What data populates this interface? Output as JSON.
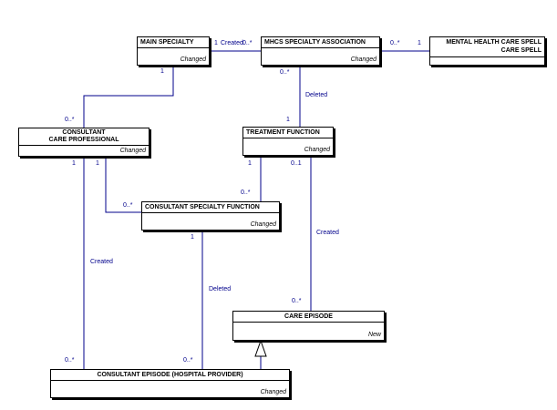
{
  "entities": {
    "main_specialty": {
      "name": "MAIN SPECIALTY",
      "name2": "",
      "status": "Changed"
    },
    "mhcs_specialty_association": {
      "name": "MHCS SPECIALTY ASSOCIATION",
      "name2": "",
      "status": "Changed"
    },
    "mental_health_care_spell": {
      "name": "MENTAL HEALTH CARE SPELL",
      "name2": "CARE SPELL",
      "status": ""
    },
    "consultant": {
      "name": "CONSULTANT",
      "name2": "CARE PROFESSIONAL",
      "status": "Changed"
    },
    "treatment_function": {
      "name": "TREATMENT FUNCTION",
      "name2": "",
      "status": "Changed"
    },
    "consultant_specialty_function": {
      "name": "CONSULTANT SPECIALTY FUNCTION",
      "name2": "",
      "status": "Changed"
    },
    "care_episode": {
      "name": "CARE EPISODE",
      "name2": "",
      "status": "New"
    },
    "consultant_episode": {
      "name": "CONSULTANT EPISODE (HOSPITAL PROVIDER)",
      "name2": "",
      "status": "Changed"
    }
  },
  "relationships": {
    "main_mhcs": {
      "from_mult": "1",
      "label": "Created",
      "to_mult": "0..*"
    },
    "mhcs_mental": {
      "from_mult": "0..*",
      "to_mult": "1"
    },
    "main_consultant": {
      "from_mult": "1",
      "to_mult": "0..*"
    },
    "mhcs_treatment": {
      "from_mult": "0..*",
      "label": "Deleted",
      "to_mult": "1"
    },
    "consultant_csf": {
      "from_mult": "1",
      "to_mult": "0..*"
    },
    "treatment_csf": {
      "from_mult": "1",
      "to_mult": "0..*"
    },
    "treatment_care": {
      "from_mult": "0..1",
      "label": "Created",
      "to_mult": "0..*"
    },
    "consultant_episode": {
      "from_mult": "1",
      "label": "Created",
      "to_mult": "0..*"
    },
    "csf_episode": {
      "from_mult": "1",
      "label": "Deleted",
      "to_mult": "0..*"
    }
  },
  "colors": {
    "line": "#00008b",
    "box_border": "#000000"
  }
}
